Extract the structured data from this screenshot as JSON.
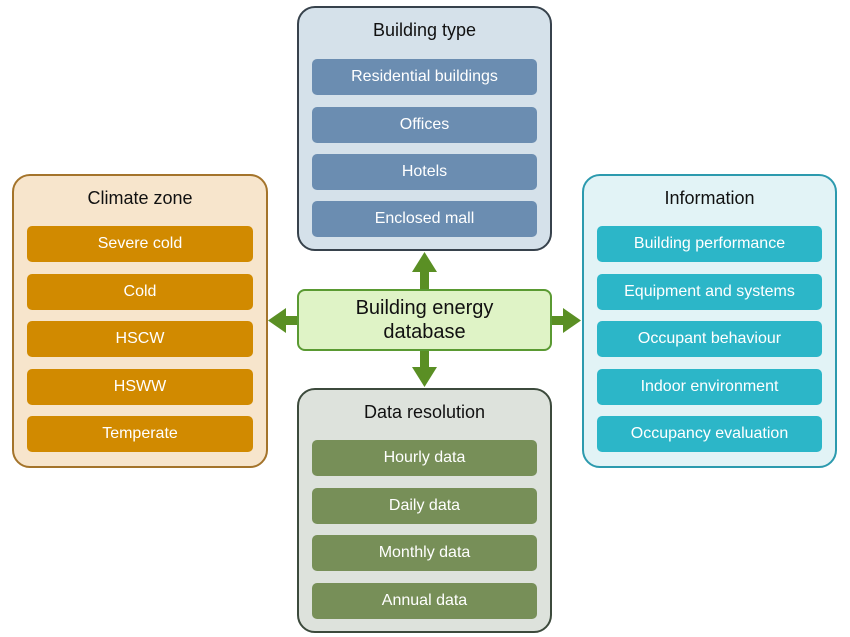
{
  "center": {
    "line1": "Building energy",
    "line2": "database"
  },
  "panels": {
    "building_type": {
      "title": "Building type",
      "color": "#6b8db1",
      "items": [
        "Residential buildings",
        "Offices",
        "Hotels",
        "Enclosed mall"
      ]
    },
    "climate_zone": {
      "title": "Climate zone",
      "color": "#d18a00",
      "items": [
        "Severe cold",
        "Cold",
        "HSCW",
        "HSWW",
        "Temperate"
      ]
    },
    "information": {
      "title": "Information",
      "color": "#2cb6c8",
      "items": [
        "Building performance",
        "Equipment and systems",
        "Occupant behaviour",
        "Indoor environment",
        "Occupancy evaluation"
      ]
    },
    "data_resolution": {
      "title": "Data resolution",
      "color": "#778f58",
      "items": [
        "Hourly data",
        "Daily data",
        "Monthly data",
        "Annual data"
      ]
    }
  },
  "arrow_color": "#5a8f24"
}
